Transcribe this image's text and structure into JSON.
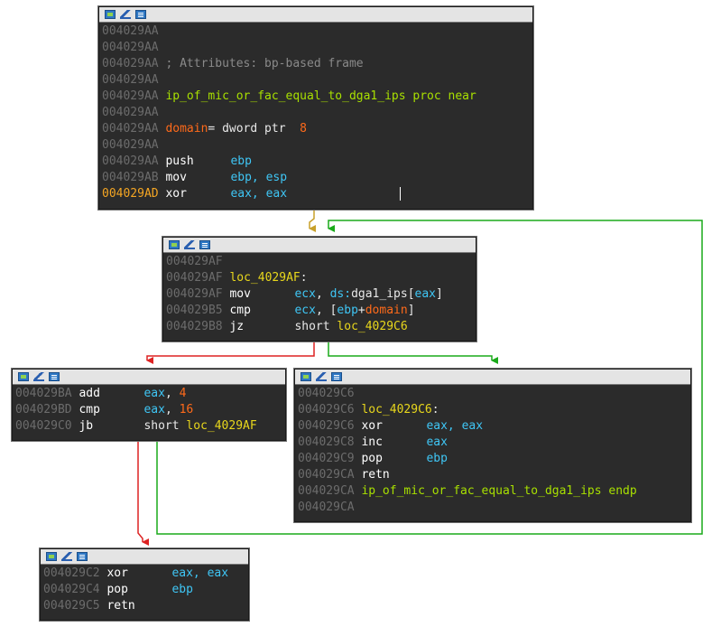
{
  "nodes": {
    "n1": {
      "lines": [
        {
          "addr": "004029AA"
        },
        {
          "addr": "004029AA"
        },
        {
          "addr": "004029AA",
          "comment": "; Attributes: bp-based frame"
        },
        {
          "addr": "004029AA"
        },
        {
          "addr": "004029AA",
          "func": "ip_of_mic_or_fac_equal_to_dga1_ips",
          "suffix": " proc near"
        },
        {
          "addr": "004029AA"
        },
        {
          "addr": "004029AA",
          "var": "domain",
          "eq": "= dword ptr  ",
          "num": "8"
        },
        {
          "addr": "004029AA"
        },
        {
          "addr": "004029AA",
          "mn": "push",
          "op": "ebp"
        },
        {
          "addr": "004029AB",
          "mn": "mov",
          "op": "ebp, esp"
        },
        {
          "addr": "004029AD",
          "mn": "xor",
          "op": "eax, eax"
        }
      ]
    },
    "n2": {
      "lines": [
        {
          "addr": "004029AF"
        },
        {
          "addr": "004029AF",
          "label": "loc_4029AF",
          "colon": ":"
        },
        {
          "addr": "004029AF",
          "mn": "mov",
          "op1": "ecx",
          "sep1": ", ",
          "seg": "ds:",
          "sym": "dga1_ips",
          "br1": "[",
          "reg": "eax",
          "br2": "]"
        },
        {
          "addr": "004029B5",
          "mn": "cmp",
          "op1": "ecx",
          "sep1": ", ",
          "br1": "[",
          "reg": "ebp",
          "plus": "+",
          "var": "domain",
          "br2": "]"
        },
        {
          "addr": "004029B8",
          "mn": "jz",
          "kw": "short ",
          "target": "loc_4029C6"
        }
      ]
    },
    "n3": {
      "lines": [
        {
          "addr": "004029BA",
          "mn": "add",
          "op": "eax",
          "sep": ", ",
          "num": "4"
        },
        {
          "addr": "004029BD",
          "mn": "cmp",
          "op": "eax",
          "sep": ", ",
          "num": "16"
        },
        {
          "addr": "004029C0",
          "mn": "jb",
          "kw": "short ",
          "target": "loc_4029AF"
        }
      ]
    },
    "n4": {
      "lines": [
        {
          "addr": "004029C6"
        },
        {
          "addr": "004029C6",
          "label": "loc_4029C6",
          "colon": ":"
        },
        {
          "addr": "004029C6",
          "mn": "xor",
          "op": "eax, eax"
        },
        {
          "addr": "004029C8",
          "mn": "inc",
          "op": "eax"
        },
        {
          "addr": "004029C9",
          "mn": "pop",
          "op": "ebp"
        },
        {
          "addr": "004029CA",
          "mn": "retn"
        },
        {
          "addr": "004029CA",
          "func": "ip_of_mic_or_fac_equal_to_dga1_ips",
          "suffix": " endp"
        },
        {
          "addr": "004029CA"
        }
      ]
    },
    "n5": {
      "lines": [
        {
          "addr": "004029C2",
          "mn": "xor",
          "op": "eax, eax"
        },
        {
          "addr": "004029C4",
          "mn": "pop",
          "op": "ebp"
        },
        {
          "addr": "004029C5",
          "mn": "retn"
        }
      ]
    }
  },
  "colors": {
    "edge_unconditional": "#c8a02a",
    "edge_true": "#1aaa1a",
    "edge_false": "#dd2222",
    "node_background": "#2b2b2b",
    "address": "#6c6c6c",
    "current_address": "#f5a623",
    "register": "#3fc6f5",
    "number": "#ff6a1a",
    "label": "#e8d71c",
    "function_name": "#a8e000"
  }
}
